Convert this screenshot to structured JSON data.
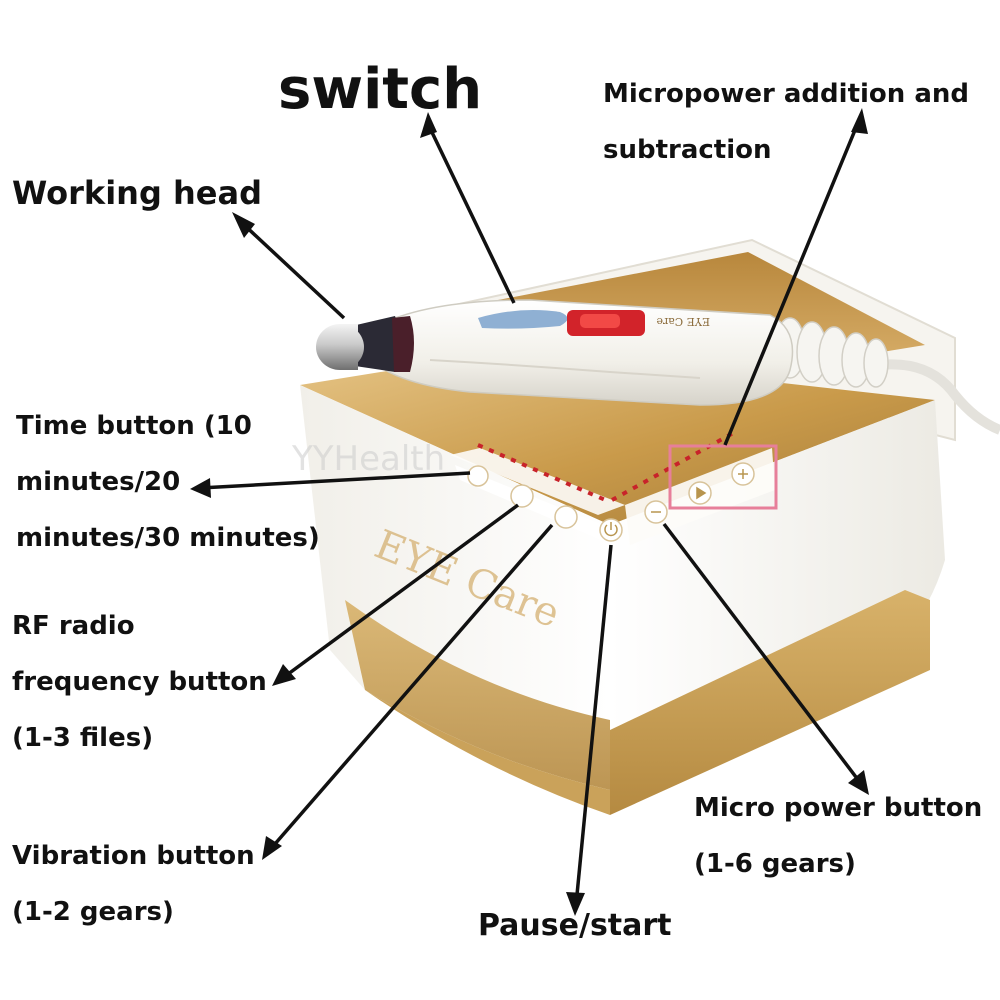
{
  "labels": {
    "switch": "switch",
    "micropower_adjust": [
      "Micropower addition and",
      "subtraction"
    ],
    "working_head": "Working head",
    "time_button": [
      "Time button (10",
      "minutes/20",
      "minutes/30 minutes)"
    ],
    "rf_button": [
      "RF radio",
      "frequency button",
      "(1-3 files)"
    ],
    "vibration_button": [
      "Vibration button",
      "(1-2 gears)"
    ],
    "pause_start": "Pause/start",
    "micro_power_button": [
      "Micro power button",
      "(1-6 gears)"
    ]
  },
  "product": {
    "brand_mark": "EYE Care",
    "watermark": "YYHealth"
  },
  "colors": {
    "gold": "#c99a4a",
    "gold_light": "#e2bd78",
    "gold_dark": "#9c7433",
    "white_body": "#fbfaf7",
    "highlight_box": "#e77f9a",
    "led_red": "#c8232a",
    "arrow": "#111111"
  },
  "icons": [
    "power-icon",
    "vibration-icon",
    "rf-icon",
    "timer-icon",
    "minus-icon",
    "plus-icon",
    "play-icon"
  ]
}
